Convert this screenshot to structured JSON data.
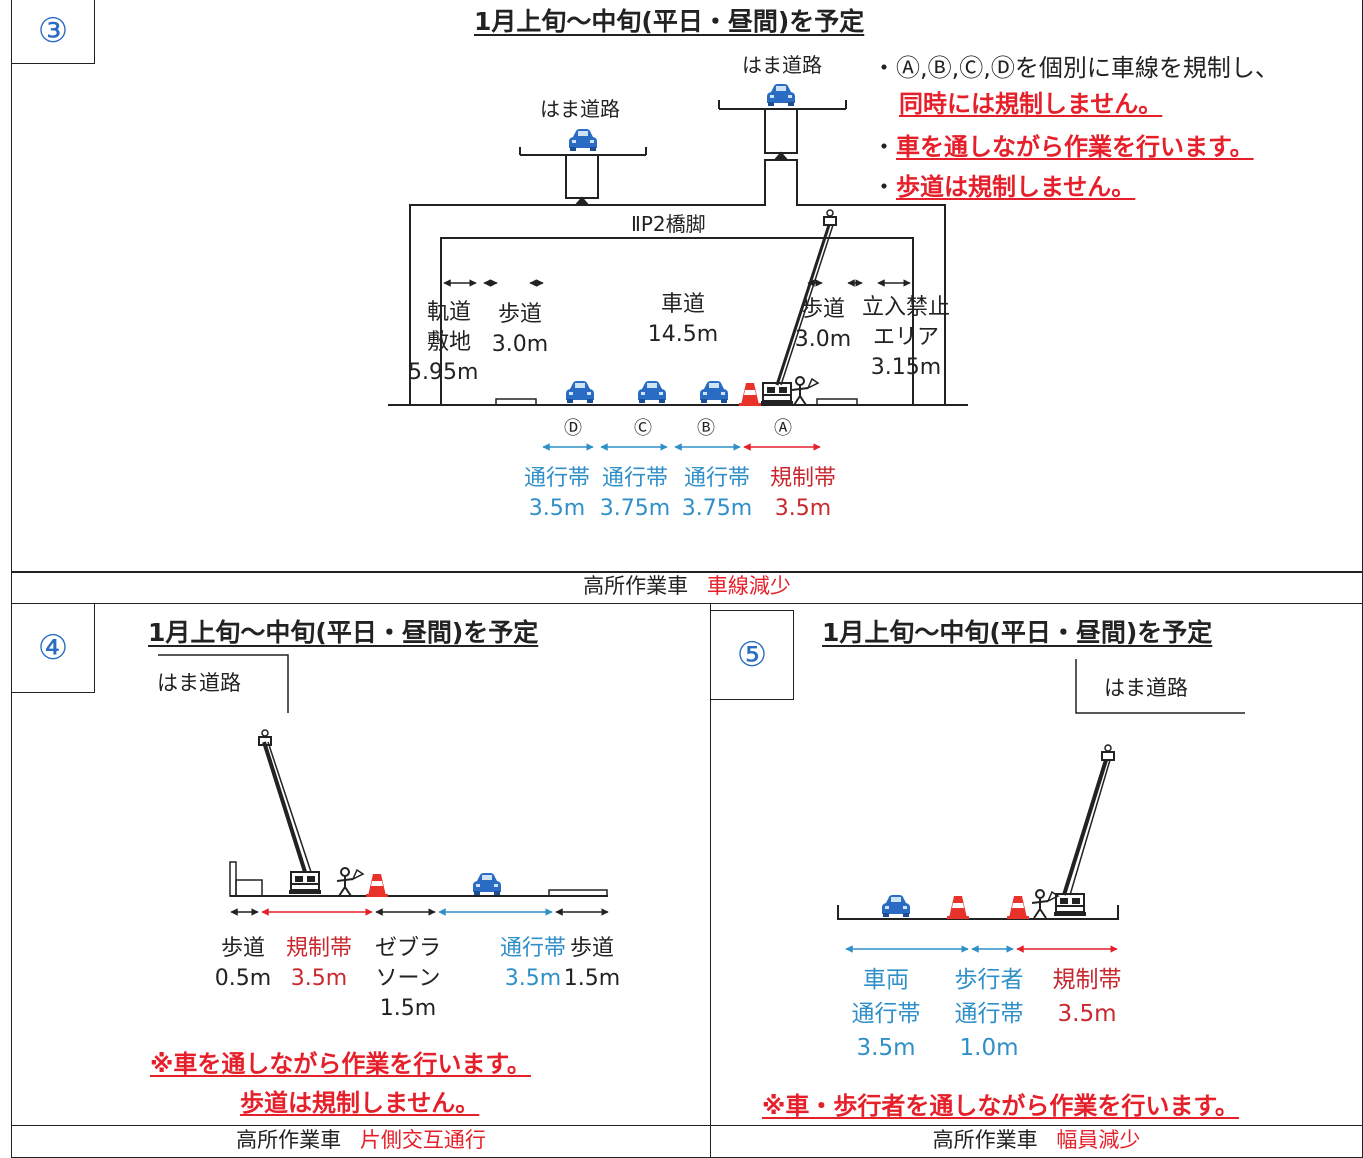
{
  "panel3": {
    "number": "③",
    "title": "1月上旬～中旬(平日・昼間)を予定",
    "notes": {
      "line1": "・Ⓐ,Ⓑ,Ⓒ,Ⓓを個別に車線を規制し、",
      "line2": "同時には規制しません。",
      "bullet3": "・",
      "line3": "車を通しながら作業を行います。",
      "bullet4": "・",
      "line4": "歩道は規制しません。"
    },
    "hama_left": "はま道路",
    "hama_right": "はま道路",
    "pier_label": "ⅡP2橋脚",
    "zones": {
      "kido": {
        "l1": "軌道",
        "l2": "敷地",
        "l3": "5.95m"
      },
      "hodo_left": {
        "l1": "歩道",
        "l2": "3.0m"
      },
      "shado": {
        "l1": "車道",
        "l2": "14.5m"
      },
      "hodo_right": {
        "l1": "歩道",
        "l2": "3.0m"
      },
      "tachiiri": {
        "l1": "立入禁止",
        "l2": "エリア",
        "l3": "3.15m"
      }
    },
    "lanes": [
      {
        "letter": "Ⓓ",
        "type": "通行帯",
        "width": "3.5m",
        "status": "open"
      },
      {
        "letter": "Ⓒ",
        "type": "通行帯",
        "width": "3.75m",
        "status": "open"
      },
      {
        "letter": "Ⓑ",
        "type": "通行帯",
        "width": "3.75m",
        "status": "open"
      },
      {
        "letter": "Ⓐ",
        "type": "規制帯",
        "width": "3.5m",
        "status": "restricted"
      }
    ],
    "caption_prefix": "高所作業車",
    "caption_suffix": "車線減少"
  },
  "panel4": {
    "number": "④",
    "title": "1月上旬～中旬(平日・昼間)を予定",
    "hama": "はま道路",
    "segments": [
      {
        "l1": "歩道",
        "l2": "0.5m",
        "l3": "",
        "color": "dark"
      },
      {
        "l1": "規制帯",
        "l2": "3.5m",
        "l3": "",
        "color": "red"
      },
      {
        "l1": "ゼブラ",
        "l2": "ソーン",
        "l3": "1.5m",
        "color": "dark"
      },
      {
        "l1": "通行帯",
        "l2": "3.5m",
        "l3": "",
        "color": "blue"
      },
      {
        "l1": "歩道",
        "l2": "1.5m",
        "l3": "",
        "color": "dark"
      }
    ],
    "note1": "※車を通しながら作業を行います。",
    "note2": "歩道は規制しません。",
    "caption_prefix": "高所作業車",
    "caption_suffix": "片側交互通行"
  },
  "panel5": {
    "number": "⑤",
    "title": "1月上旬～中旬(平日・昼間)を予定",
    "hama": "はま道路",
    "segments": [
      {
        "l1": "車両",
        "l2": "通行帯",
        "l3": "3.5m",
        "color": "blue"
      },
      {
        "l1": "歩行者",
        "l2": "通行帯",
        "l3": "1.0m",
        "color": "blue"
      },
      {
        "l1": "規制帯",
        "l2": "3.5m",
        "l3": "",
        "color": "red"
      }
    ],
    "note": "※車・歩行者を通しながら作業を行います。",
    "caption_prefix": "高所作業車",
    "caption_suffix": "幅員減少"
  },
  "colors": {
    "red": "#e6202a",
    "blue": "#2f8fc8",
    "car_blue": "#2a6cc4",
    "cone_red": "#e8322a"
  }
}
